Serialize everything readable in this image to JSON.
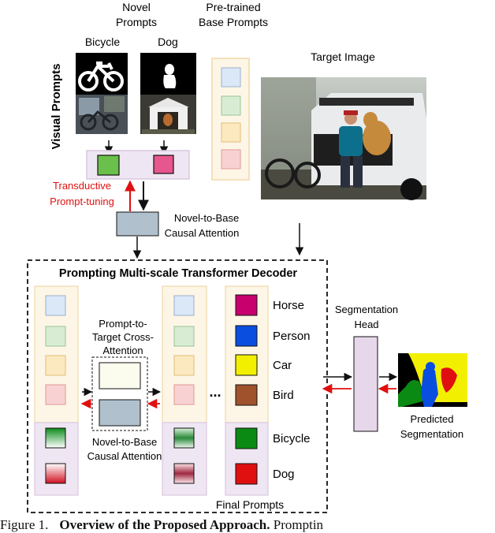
{
  "labels": {
    "novel_prompts_1": "Novel",
    "novel_prompts_2": "Prompts",
    "pretrained_1": "Pre-trained",
    "pretrained_2": "Base Prompts",
    "bicycle": "Bicycle",
    "dog": "Dog",
    "visual_prompts": "Visual Prompts",
    "target_image": "Target Image",
    "transductive_1": "Transductive",
    "transductive_2": "Prompt-tuning",
    "n2b_top_1": "Novel-to-Base",
    "n2b_top_2": "Causal Attention",
    "decoder_title": "Prompting Multi-scale Transformer Decoder",
    "ptt_1": "Prompt-to-",
    "ptt_2": "Target Cross-",
    "ptt_3": "Attention",
    "n2b_bot_1": "Novel-to-Base",
    "n2b_bot_2": "Causal Attention",
    "ellipsis": "...",
    "seg_head_1": "Segmentation",
    "seg_head_2": "Head",
    "pred_1": "Predicted",
    "pred_2": "Segmentation",
    "final_prompts": "Final Prompts"
  },
  "classes": [
    {
      "name": "Horse",
      "color": "#c8006e"
    },
    {
      "name": "Person",
      "color": "#0a4ee0"
    },
    {
      "name": "Car",
      "color": "#f2f000"
    },
    {
      "name": "Bird",
      "color": "#a0522d"
    },
    {
      "name": "Bicycle",
      "color": "#0a8a12"
    },
    {
      "name": "Dog",
      "color": "#e01010"
    }
  ],
  "caption": {
    "lead": "Figure 1.",
    "bold": "Overview of the Proposed Approach.",
    "tail": "Promptin"
  },
  "colors": {
    "base_fill": "#fdf6e6",
    "base_border": "#f0d8a8",
    "novel_fill": "#efe6f3",
    "novel_border": "#d8c8e0",
    "attn_box": "#b0c0cc",
    "seg_head": "#e6d8ea",
    "red_arrow": "#e01010",
    "prompt_blue": "#dbe8f8",
    "prompt_green": "#d8ecd4",
    "prompt_yellow": "#fde9c0",
    "prompt_pink": "#f8d2d2"
  },
  "icons": [
    "bicycle-mask-icon",
    "dog-mask-icon",
    "target-photo",
    "segmentation-mask"
  ]
}
